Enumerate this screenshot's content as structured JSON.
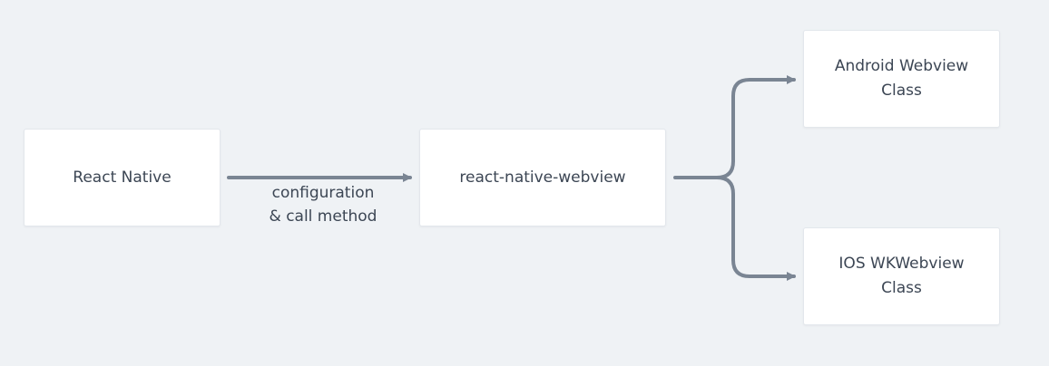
{
  "colors": {
    "background": "#eff2f5",
    "node_fill": "#ffffff",
    "node_border": "#e3e7ec",
    "text": "#3c4654",
    "arrow": "#7a8593"
  },
  "nodes": {
    "react_native": "React Native",
    "webview_lib": "react-native-webview",
    "android": "Android Webview\nClass",
    "ios": "IOS WKWebview\nClass"
  },
  "edges": {
    "config_call": "configuration\n& call method"
  }
}
